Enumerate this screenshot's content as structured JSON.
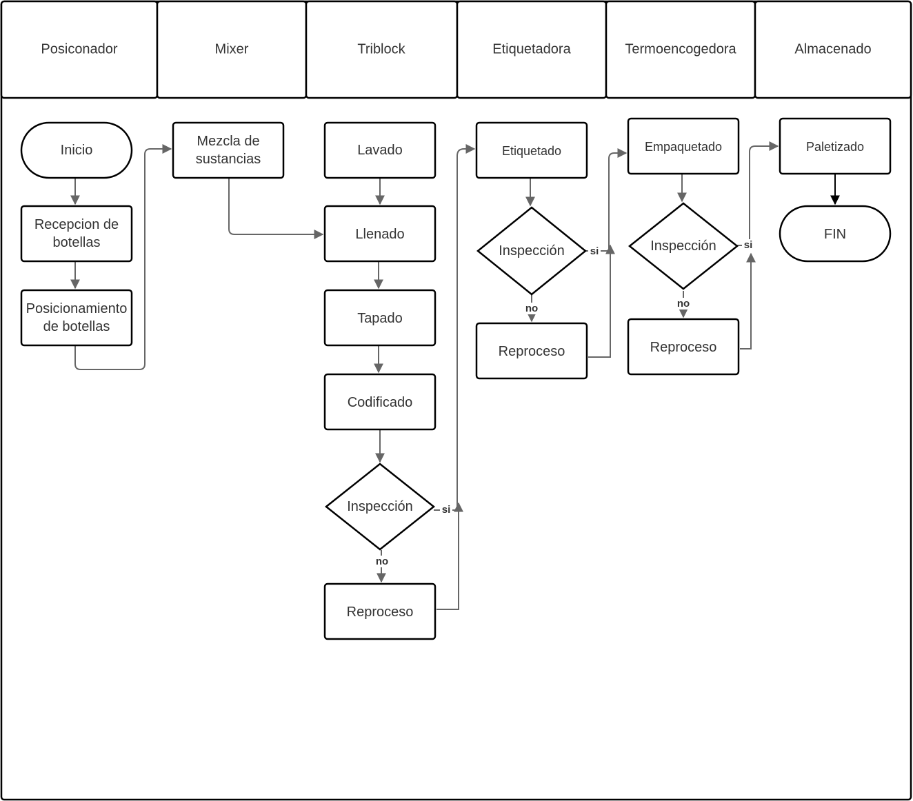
{
  "lanes": [
    "Posiconador",
    "Mixer",
    "Triblock",
    "Etiquetadora",
    "Termoencogedora",
    "Almacenado"
  ],
  "nodes": {
    "inicio": "Inicio",
    "recepcion": "Recepcion de|botellas",
    "posicionamiento": "Posicionamiento|de botellas",
    "mezcla": "Mezcla de|sustancias",
    "lavado": "Lavado",
    "llenado": "Llenado",
    "tapado": "Tapado",
    "codificado": "Codificado",
    "inspeccion_triblock": "Inspección",
    "reproceso_triblock": "Reproceso",
    "etiquetado": "Etiquetado",
    "inspeccion_etiquetadora": "Inspección",
    "reproceso_etiquetadora": "Reproceso",
    "empaquetado": "Empaquetado",
    "inspeccion_termo": "Inspección",
    "reproceso_termo": "Reproceso",
    "paletizado": "Paletizado",
    "fin": "FIN"
  },
  "edge_labels": {
    "yes": "si",
    "no": "no"
  },
  "colors": {
    "stroke": "#000000",
    "connector": "#666666",
    "text": "#333333",
    "background": "#ffffff"
  }
}
